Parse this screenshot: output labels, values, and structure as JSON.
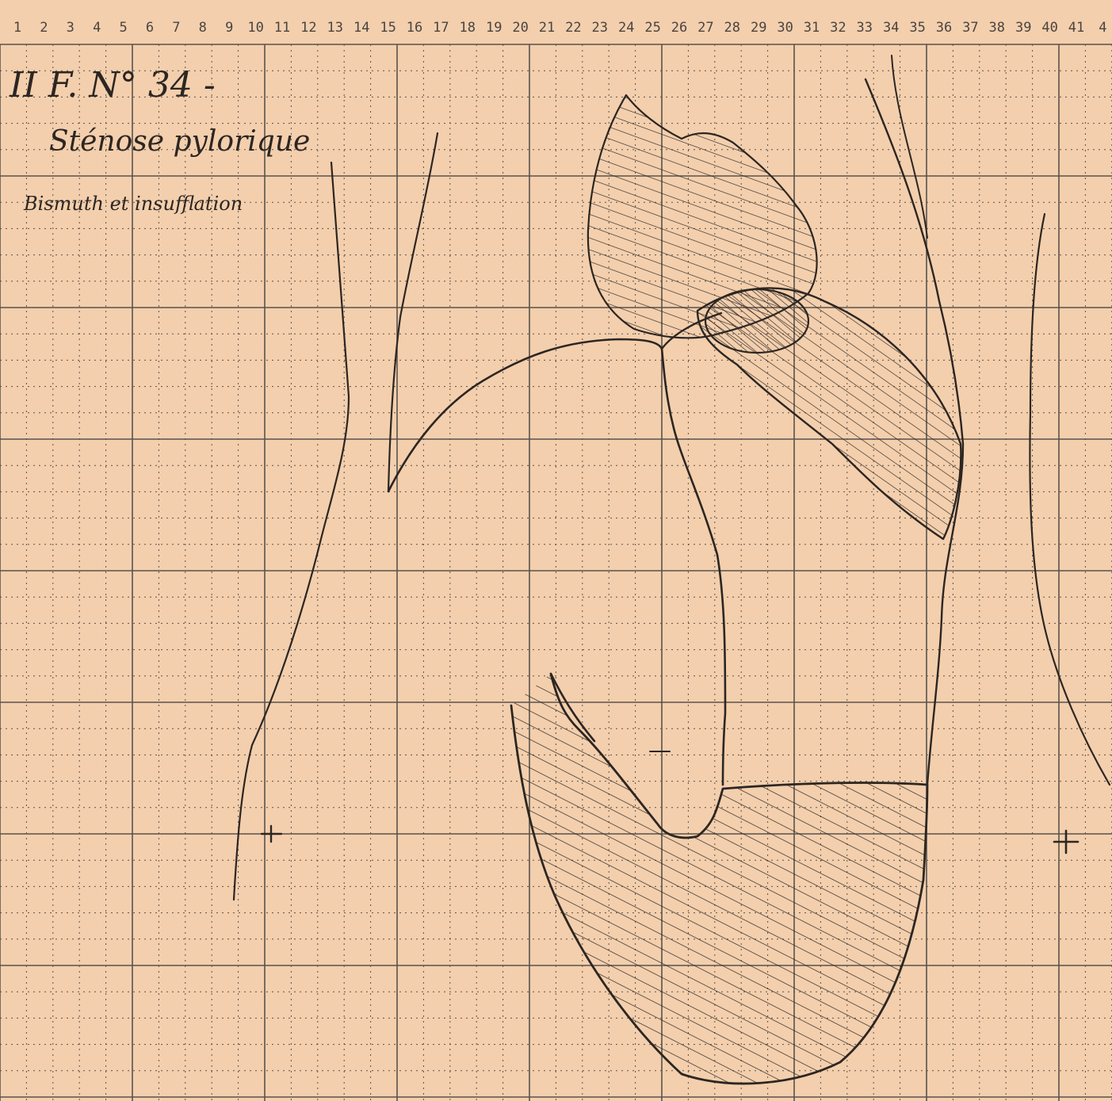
{
  "sheet": {
    "paper_color": "#f3cfad",
    "ink_color": "#2c2622",
    "grid_color": "#5a524c",
    "ruler_numbers": [
      "1",
      "2",
      "3",
      "4",
      "5",
      "6",
      "7",
      "8",
      "9",
      "10",
      "11",
      "12",
      "13",
      "14",
      "15",
      "16",
      "17",
      "18",
      "19",
      "20",
      "21",
      "22",
      "23",
      "24",
      "25",
      "26",
      "27",
      "28",
      "29",
      "30",
      "31",
      "32",
      "33",
      "34",
      "35",
      "36",
      "37",
      "38",
      "39",
      "40",
      "41",
      "4"
    ]
  },
  "annotation": {
    "title": "II F. N° 34 -",
    "diagnosis": "Sténose pylorique",
    "method": "Bismuth et insufflation"
  }
}
